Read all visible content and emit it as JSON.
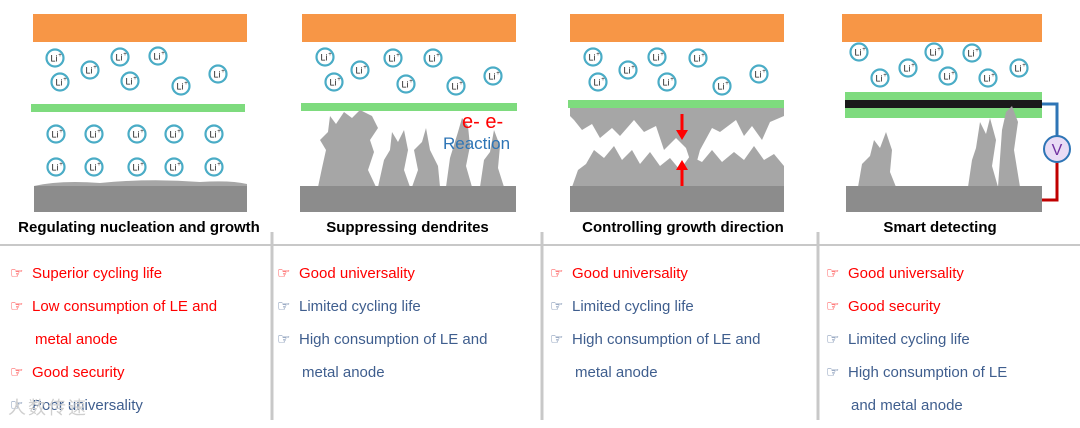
{
  "colors": {
    "current_collector": "#f79646",
    "separator": "#7edb7e",
    "anode": "#8c8c8c",
    "dendrite": "#a6a6a6",
    "li_ion_ring": "#4aacc6",
    "pro": "#ff0000",
    "con": "#3f5e8e",
    "electron": "#ff0000",
    "reaction": "#2e75b6",
    "arrow": "#ff0000"
  },
  "ion_label": "Li+",
  "panels": [
    {
      "title": "Regulating nucleation and growth",
      "items": [
        {
          "text": "Superior cycling life",
          "kind": "pro"
        },
        {
          "text": "Low consumption of LE and",
          "kind": "pro"
        },
        {
          "text": "metal anode",
          "kind": "pro",
          "continuation": true
        },
        {
          "text": "Good security",
          "kind": "pro"
        },
        {
          "text": "Poor universality",
          "kind": "con"
        }
      ]
    },
    {
      "title": "Suppressing dendrites",
      "electron_label": "e- e-",
      "reaction_label": "Reaction",
      "items": [
        {
          "text": "Good universality",
          "kind": "pro"
        },
        {
          "text": "Limited cycling life",
          "kind": "con"
        },
        {
          "text": "High consumption of LE and",
          "kind": "con"
        },
        {
          "text": "metal anode",
          "kind": "con",
          "continuation": true
        }
      ]
    },
    {
      "title": "Controlling  growth direction",
      "items": [
        {
          "text": "Good universality",
          "kind": "pro"
        },
        {
          "text": "Limited cycling life",
          "kind": "con"
        },
        {
          "text": "High consumption of LE and",
          "kind": "con"
        },
        {
          "text": "metal anode",
          "kind": "con",
          "continuation": true
        }
      ]
    },
    {
      "title": "Smart detecting",
      "voltmeter_label": "V",
      "items": [
        {
          "text": "Good universality",
          "kind": "pro"
        },
        {
          "text": "Good security",
          "kind": "pro"
        },
        {
          "text": "Limited cycling life",
          "kind": "con"
        },
        {
          "text": "High consumption of LE",
          "kind": "con"
        },
        {
          "text": "and metal anode",
          "kind": "con",
          "continuation": true
        }
      ]
    }
  ],
  "watermark": "人数传速"
}
